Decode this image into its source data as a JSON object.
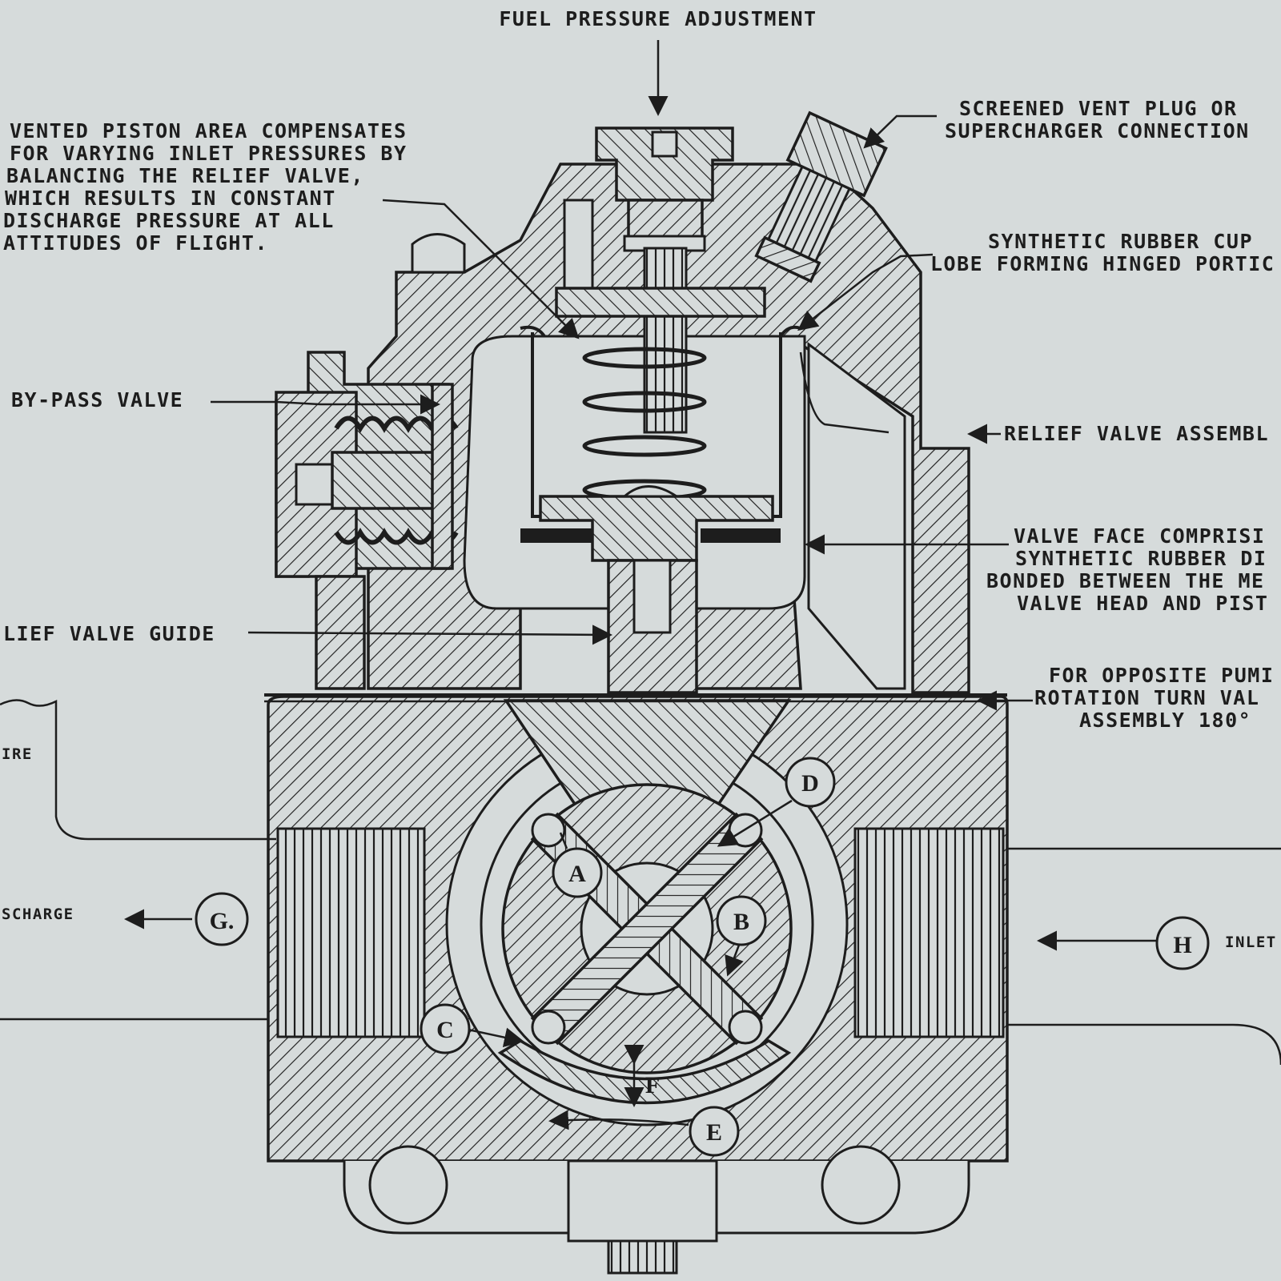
{
  "labels": {
    "fuel_pressure": "FUEL PRESSURE ADJUSTMENT",
    "vented_piston": [
      "VENTED PISTON AREA COMPENSATES",
      "FOR VARYING INLET PRESSURES BY",
      "BALANCING THE RELIEF VALVE,",
      "WHICH RESULTS IN CONSTANT",
      "DISCHARGE PRESSURE AT ALL",
      "ATTITUDES OF FLIGHT."
    ],
    "screened_vent": [
      "SCREENED VENT PLUG OR",
      "SUPERCHARGER CONNECTION"
    ],
    "rubber_cup": [
      "SYNTHETIC RUBBER CUP",
      "LOBE FORMING HINGED PORTIC"
    ],
    "bypass_valve": "BY-PASS VALVE",
    "relief_assembly": "RELIEF VALVE ASSEMBL",
    "valve_face": [
      "VALVE FACE COMPRISI",
      "SYNTHETIC RUBBER DI",
      "BONDED BETWEEN THE ME",
      "VALVE HEAD AND PIST"
    ],
    "relief_guide": "LIEF VALVE GUIDE",
    "opposite_rotation": [
      "FOR OPPOSITE PUMI",
      "ROTATION TURN VAL",
      "ASSEMBLY 180°"
    ],
    "ire": "IRE",
    "discharge": "SCHARGE",
    "inlet": "INLET"
  },
  "callouts": {
    "A": "A",
    "B": "B",
    "C": "C",
    "D": "D",
    "E": "E",
    "F": "F",
    "G": "G.",
    "H": "H"
  }
}
